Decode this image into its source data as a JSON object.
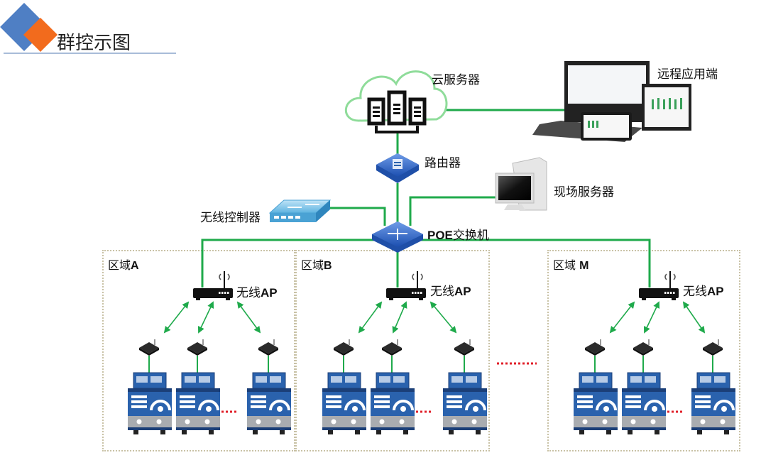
{
  "header": {
    "title": "群控示图",
    "accent_colors": {
      "blue": "#4f7fc4",
      "orange": "#f26b1d",
      "underline": "#a8bcd8"
    }
  },
  "colors": {
    "link": "#1faa4b",
    "device_blue": "#2a62ad",
    "ellipsis_red": "#e0202a",
    "zone_border": "#c9c2a6"
  },
  "nodes": {
    "cloud_server": "云服务器",
    "remote_client": "远程应用端",
    "router": "路由器",
    "local_server": "现场服务器",
    "wireless_controller": "无线控制器",
    "poe_switch_prefix": "POE",
    "poe_switch_suffix": "交换机"
  },
  "zones": [
    {
      "name_prefix": "区域",
      "name_suffix": "A",
      "ap_prefix": "无线",
      "ap_suffix": "AP",
      "terminal_count_shown": 3
    },
    {
      "name_prefix": "区域",
      "name_suffix": "B",
      "ap_prefix": "无线",
      "ap_suffix": "AP",
      "terminal_count_shown": 3
    },
    {
      "name_prefix": "区域 ",
      "name_suffix": "M",
      "ap_prefix": "无线",
      "ap_suffix": "AP",
      "terminal_count_shown": 3
    }
  ],
  "ellipsis": {
    "between_terminals": "····",
    "between_zones": "··········"
  }
}
